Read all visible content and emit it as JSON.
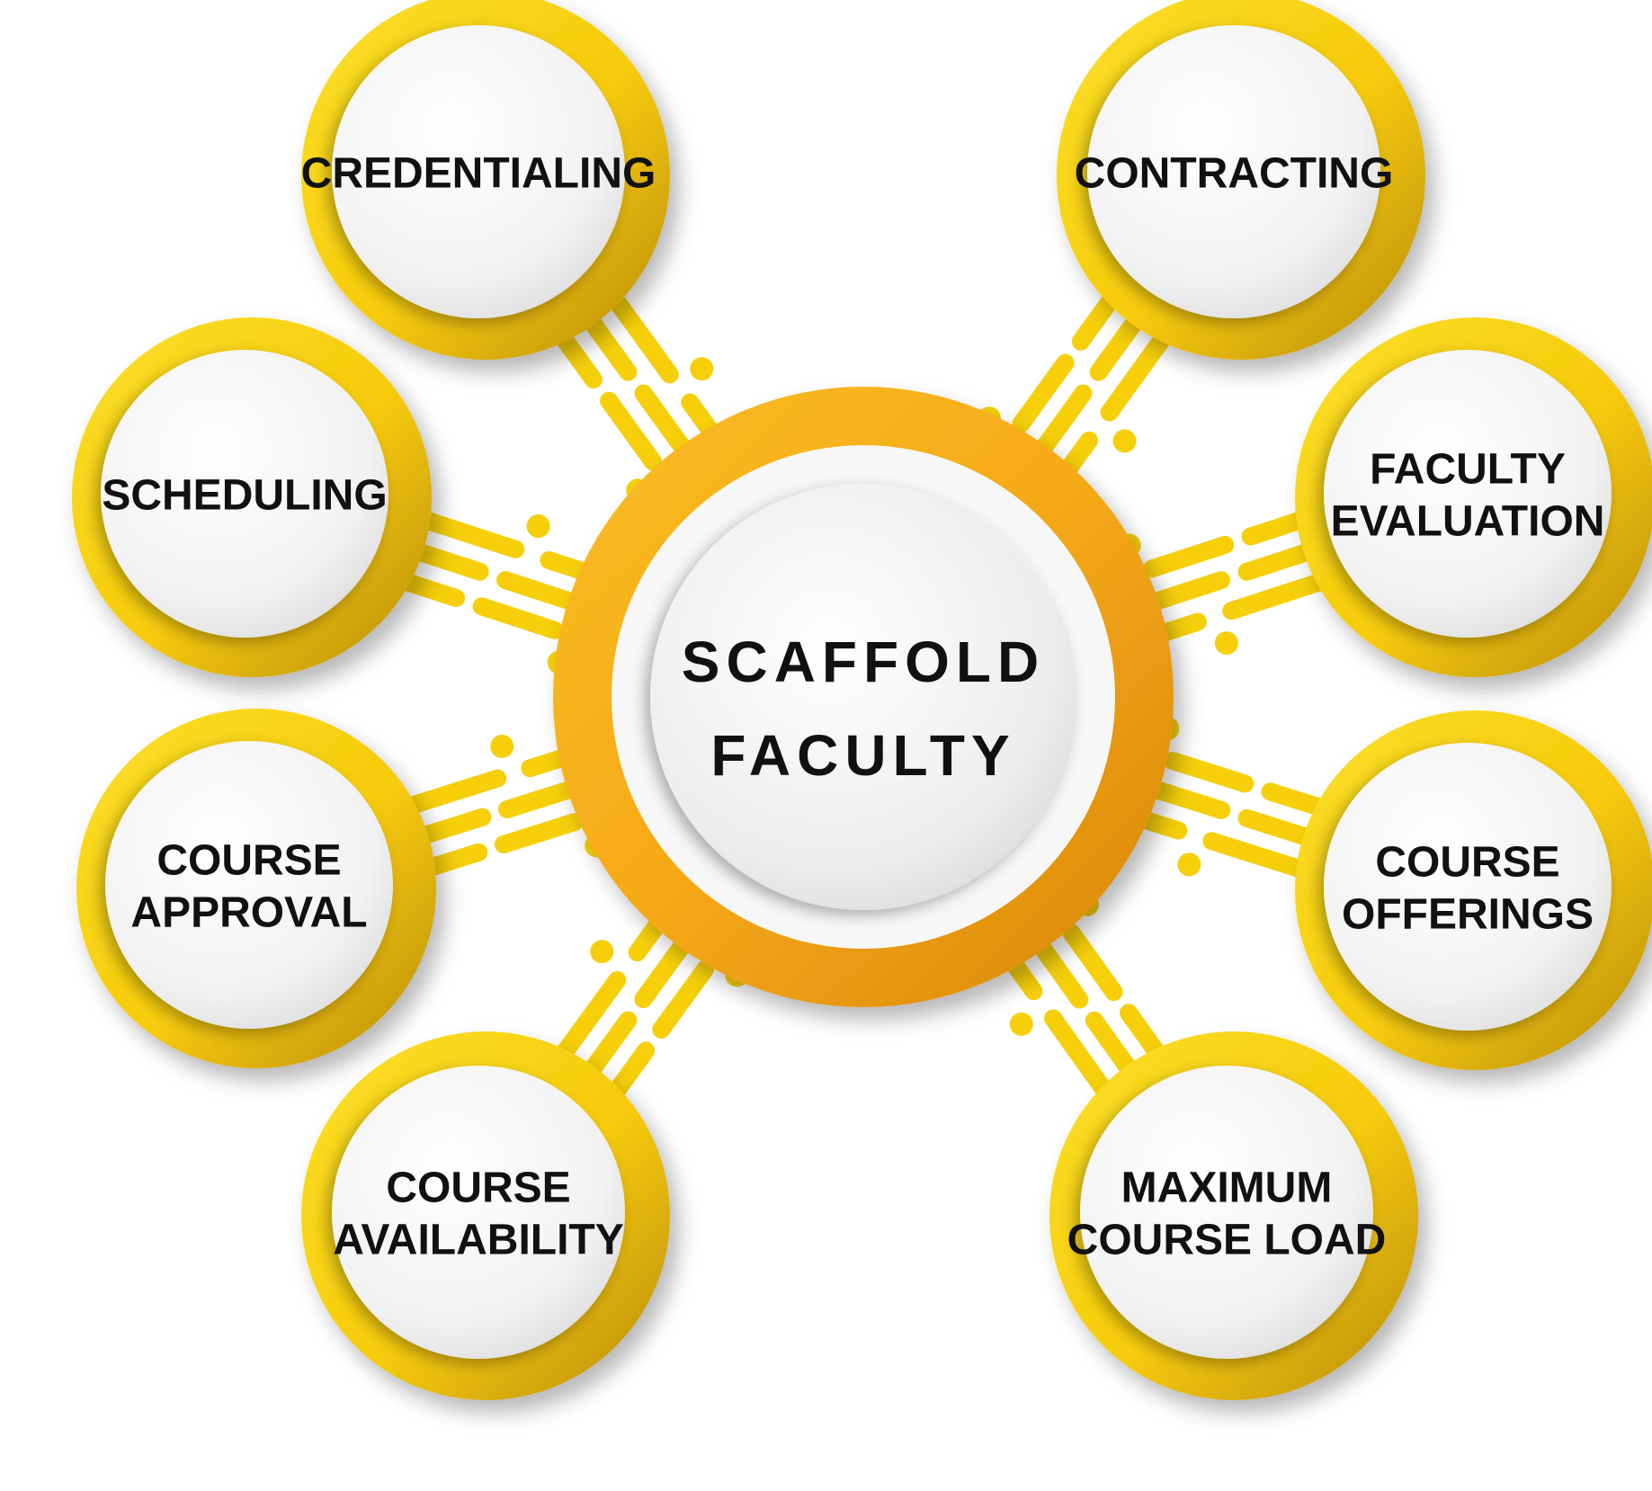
{
  "colors": {
    "ring_primary": "#F9D30F",
    "ring_dark": "#C79A05",
    "center_ring": "#F6B21C",
    "center_ring_dark": "#E08A0C",
    "connector": "#F6CF0A",
    "disc_fill": "#F2F3F3",
    "text": "#111111"
  },
  "center": {
    "lines": [
      "SCAFFOLD",
      "FACULTY"
    ]
  },
  "nodes": [
    {
      "id": "credentialing",
      "lines": [
        "CREDENTIALING"
      ]
    },
    {
      "id": "contracting",
      "lines": [
        "CONTRACTING"
      ]
    },
    {
      "id": "scheduling",
      "lines": [
        "SCHEDULING"
      ]
    },
    {
      "id": "faculty-evaluation",
      "lines": [
        "FACULTY",
        "EVALUATION"
      ]
    },
    {
      "id": "course-approval",
      "lines": [
        "COURSE",
        "APPROVAL"
      ]
    },
    {
      "id": "course-offerings",
      "lines": [
        "COURSE",
        "OFFERINGS"
      ]
    },
    {
      "id": "course-availability",
      "lines": [
        "COURSE",
        "AVAILABILITY"
      ]
    },
    {
      "id": "maximum-course-load",
      "lines": [
        "MAXIMUM",
        "COURSE LOAD"
      ]
    }
  ]
}
